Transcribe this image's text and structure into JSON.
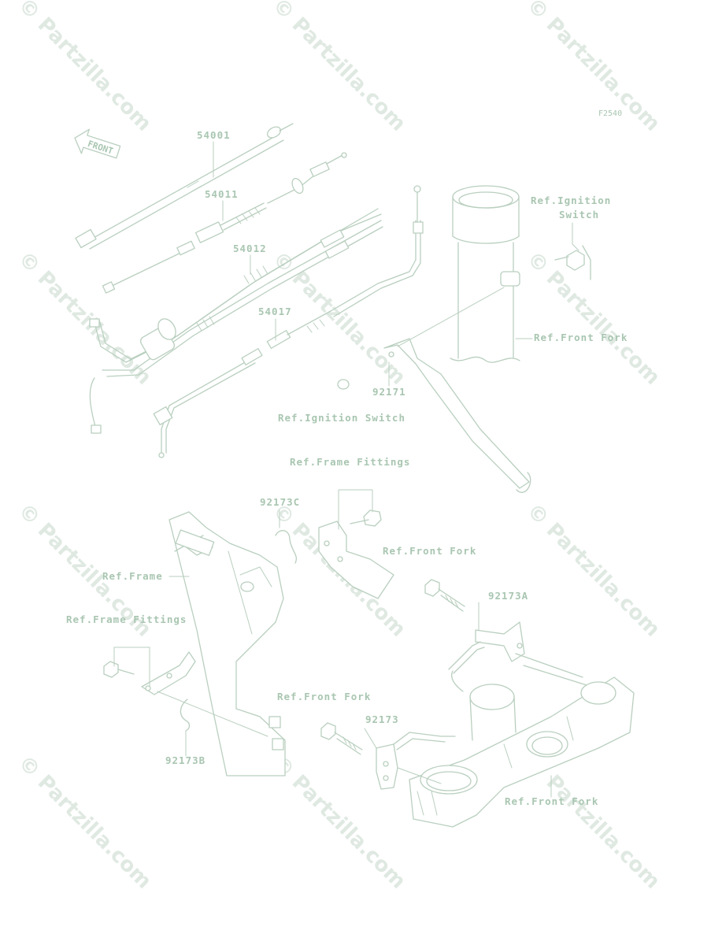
{
  "diagram": {
    "code": "F2540",
    "front_badge": "FRONT",
    "watermark_text": "© Partzilla.com",
    "colors": {
      "line": "#b9cfbf",
      "label": "#a9c6b1",
      "watermark": "#dfe9e2",
      "background": "#ffffff"
    },
    "parts": {
      "p54001": "54001",
      "p54011": "54011",
      "p54012": "54012",
      "p54017": "54017",
      "p92171": "92171",
      "p92173c": "92173C",
      "p92173a": "92173A",
      "p92173b": "92173B",
      "p92173": "92173"
    },
    "refs": {
      "ignition_switch_top_1": "Ref.Ignition",
      "ignition_switch_top_2": "Switch",
      "front_fork_1": "Ref.Front Fork",
      "ignition_switch_mid": "Ref.Ignition Switch",
      "frame_fittings_1": "Ref.Frame Fittings",
      "front_fork_2": "Ref.Front Fork",
      "frame": "Ref.Frame",
      "frame_fittings_2": "Ref.Frame Fittings",
      "front_fork_3": "Ref.Front Fork",
      "front_fork_4": "Ref.Front Fork"
    }
  }
}
